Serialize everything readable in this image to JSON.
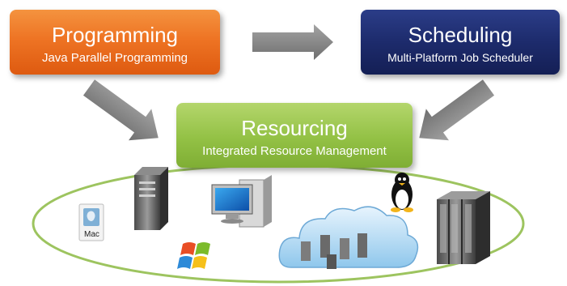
{
  "programming": {
    "title": "Programming",
    "subtitle": "Java Parallel Programming"
  },
  "scheduling": {
    "title": "Scheduling",
    "subtitle": "Multi-Platform Job Scheduler"
  },
  "resourcing": {
    "title": "Resourcing",
    "subtitle": "Integrated Resource Management"
  },
  "icons": {
    "mac": {
      "name": "mac-os-icon",
      "label": "Mac"
    },
    "tower_server": "tower-server-icon",
    "desktop": "desktop-computer-icon",
    "linux": "linux-penguin-icon",
    "server_rack": "server-rack-icon",
    "windows": "windows-logo-icon",
    "cloud": "cloud-servers-icon"
  },
  "colors": {
    "programming": "#ee7424",
    "scheduling": "#1d2b6c",
    "resourcing": "#93c145",
    "ellipse_stroke": "#9dc45f",
    "arrow": "#8a8a8a"
  }
}
